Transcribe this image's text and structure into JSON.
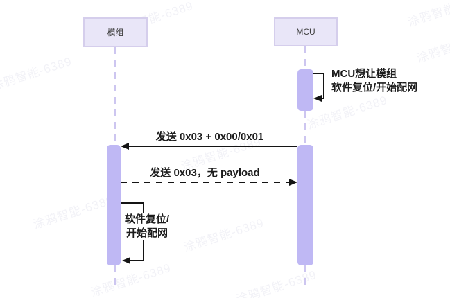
{
  "diagram": {
    "type": "sequence-diagram",
    "watermark": "涂鸦智能-6389",
    "actors": [
      {
        "id": "module",
        "label": "模组"
      },
      {
        "id": "mcu",
        "label": "MCU"
      }
    ],
    "messages": [
      {
        "order": 1,
        "kind": "self-message",
        "actor": "mcu",
        "line1": "MCU想让模组",
        "line2": "软件复位/开始配网"
      },
      {
        "order": 2,
        "kind": "solid-arrow",
        "from": "mcu",
        "to": "module",
        "label": "发送 0x03 + 0x00/0x01"
      },
      {
        "order": 3,
        "kind": "dashed-arrow",
        "from": "module",
        "to": "mcu",
        "label": "发送 0x03，无 payload"
      },
      {
        "order": 4,
        "kind": "self-message",
        "actor": "module",
        "line1": "软件复位/",
        "line2": "开始配网"
      }
    ],
    "colors": {
      "actor_box_fill": "#E9E6F8",
      "actor_box_border": "#D5CEEC",
      "activation_bar": "#BFB8F4",
      "lifeline": "#CDC6F0",
      "arrow": "#141414",
      "background": "#FFFFFF"
    }
  }
}
